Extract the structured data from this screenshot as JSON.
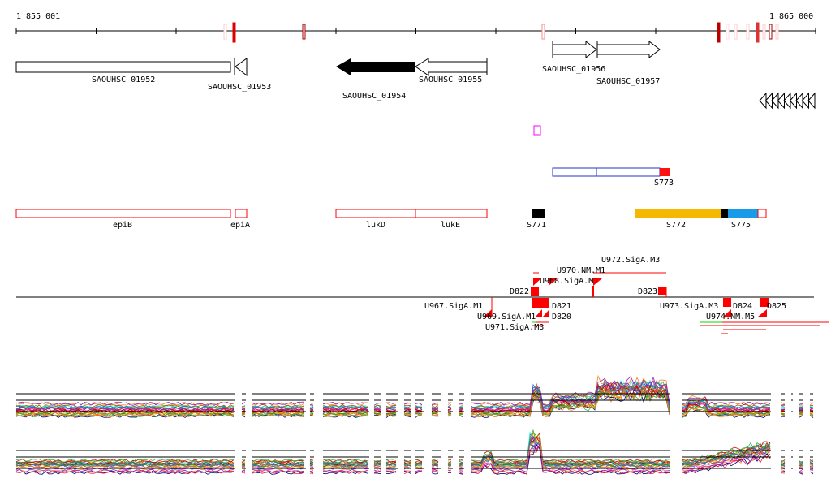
{
  "axis": {
    "start_label": "1 855 001",
    "end_label": "1 865 000"
  },
  "genes": [
    {
      "id": "SAOUHSC_01952"
    },
    {
      "id": "SAOUHSC_01953"
    },
    {
      "id": "SAOUHSC_01954"
    },
    {
      "id": "SAOUHSC_01955"
    },
    {
      "id": "SAOUHSC_01956"
    },
    {
      "id": "SAOUHSC_01957"
    }
  ],
  "gene_names": [
    "epiB",
    "epiA",
    "lukD",
    "lukE"
  ],
  "segments": [
    "S771",
    "S772",
    "S775",
    "S773"
  ],
  "features": {
    "above": [
      "D822",
      "U968.SigA.M1",
      "U970.NM.M1",
      "U972.SigA.M3",
      "D823"
    ],
    "below": [
      "U967.SigA.M1",
      "U969.SigA.M1",
      "U971.SigA.M3",
      "D821",
      "D820",
      "U973.SigA.M3",
      "U974.NM.M5",
      "D824",
      "D825"
    ]
  },
  "colors": {
    "gene_name": "#ff0000",
    "s772": "#f5b800",
    "s775": "#1a9be8",
    "probe": "#ff0000"
  }
}
